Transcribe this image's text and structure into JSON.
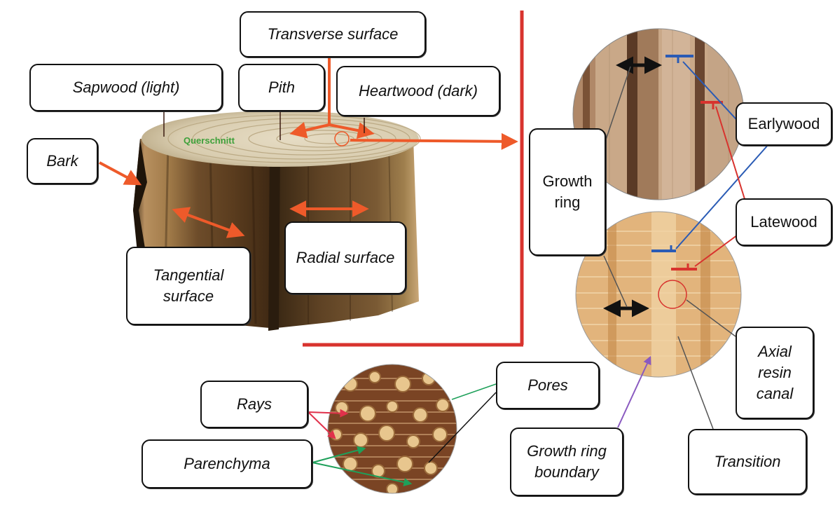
{
  "labels": {
    "transverse_surface": "Transverse surface",
    "sapwood": "Sapwood (light)",
    "pith": "Pith",
    "heartwood": "Heartwood (dark)",
    "bark": "Bark",
    "radial_surface": "Radial surface",
    "tangential_surface": "Tangential surface",
    "growth_ring": "Growth ring",
    "earlywood": "Earlywood",
    "latewood": "Latewood",
    "axial_resin_canal": "Axial resin canal",
    "growth_ring_boundary": "Growth ring boundary",
    "transition": "Transition",
    "pores": "Pores",
    "rays": "Rays",
    "parenchyma": "Parenchyma"
  },
  "photo_text": {
    "querschnitt": "Querschnitt"
  },
  "colors": {
    "arrow_orange": "#ee5a2a",
    "divider_red": "#d8332e",
    "earlywood_blue": "#2a5bb5",
    "latewood_red": "#d8332e",
    "parenchyma_green": "#1ea05a",
    "ray_red": "#e0314b",
    "heartwood_brown": "#5a3a1c",
    "sapwood_tan": "#d8c8a8"
  }
}
